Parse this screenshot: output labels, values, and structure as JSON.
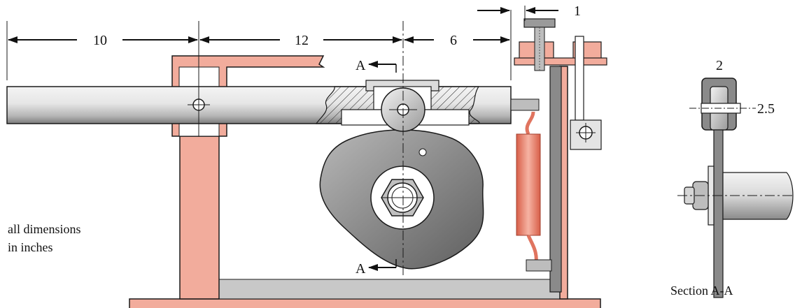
{
  "dimensions": {
    "d10": "10",
    "d12": "12",
    "d6": "6",
    "d1": "1",
    "d2": "2",
    "d2_5": "2.5"
  },
  "section_markers": {
    "top": "A",
    "bottom": "A"
  },
  "note": {
    "line1": "all dimensions",
    "line2": "in inches"
  },
  "section_caption": "Section A-A",
  "colors": {
    "frame_salmon": "#F2AC9C",
    "arm_gray": "#D2D2D2",
    "cam_gray": "#8E8E8E",
    "base_plate_gray": "#C8C8C8",
    "spring": "#E0745F",
    "outline": "#1a1a1a"
  }
}
